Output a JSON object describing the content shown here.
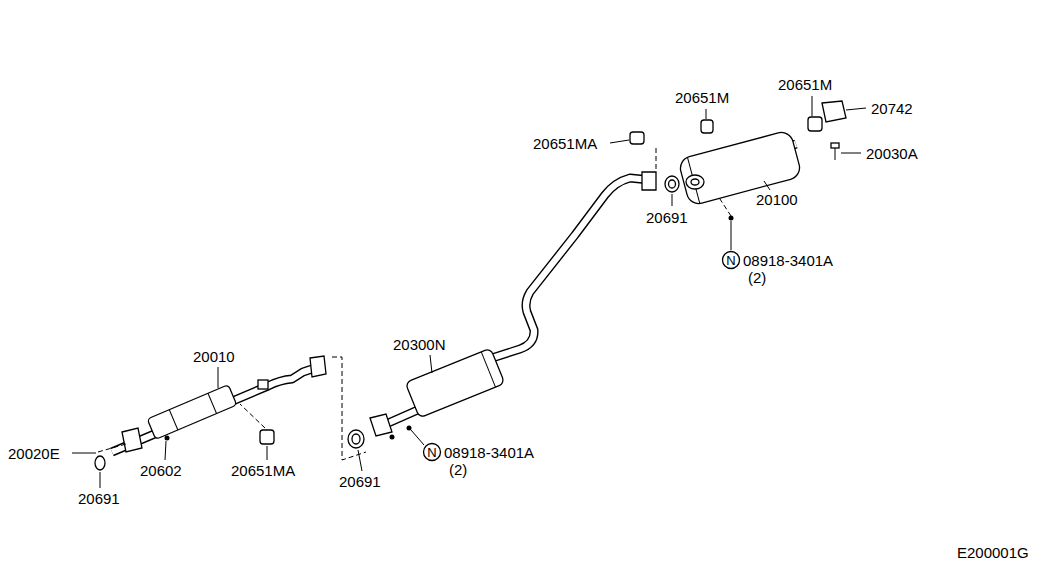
{
  "diagram": {
    "labels": [
      "20651M",
      "20651M",
      "20742",
      "20651MA",
      "20030A",
      "20691",
      "20100",
      "N",
      "08918-3401A",
      "(2)",
      "20300N",
      "20010",
      "N",
      "08918-3401A",
      "(2)",
      "20020E",
      "20602",
      "20651MA",
      "20691",
      "20691",
      "E200001G"
    ]
  }
}
